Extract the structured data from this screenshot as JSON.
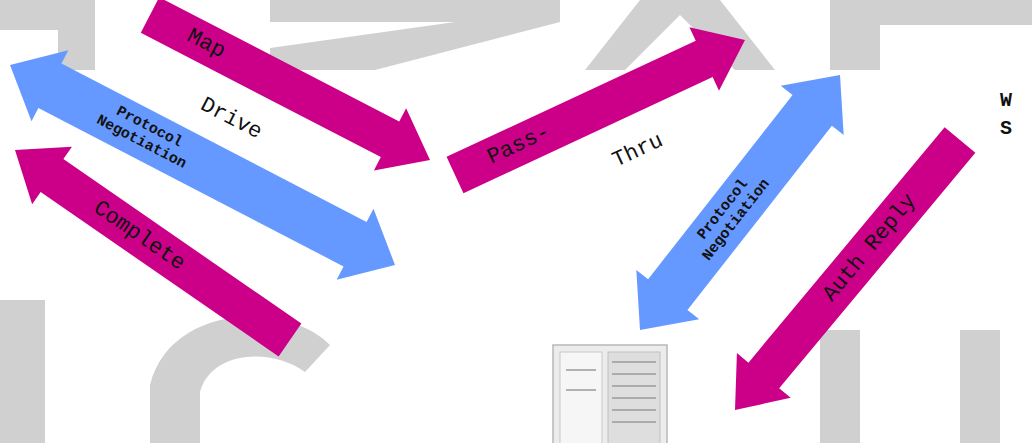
{
  "diagram": {
    "labels": [
      "Map",
      "Drive",
      "Protocol Negotiation",
      "Complete",
      "Pass-",
      "Thru",
      "Protocol Negotiation",
      "Auth Reply",
      "W",
      "S"
    ]
  }
}
